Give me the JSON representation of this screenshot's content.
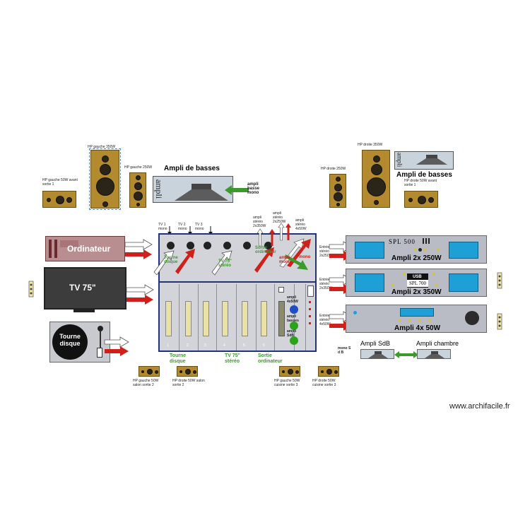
{
  "speakers": {
    "hifi_gauche_350": "HP gauche 350W",
    "hifi_gauche_250": "HP gauche 250W",
    "hifi_gauche_50_avant": "HP gauche 50W avant sortie 1",
    "hifi_droite_250": "HP droite 250W",
    "hifi_droite_350": "HP droite 350W",
    "hifi_droite_50_avant": "HP droite 50W avant sortie 1",
    "salon_gauche": "HP gauche 50W salon sortie 2",
    "salon_droite": "HP droite 50W salon sortie 2",
    "cuisine_gauche": "HP gauche 50W cuisine sortie 3",
    "cuisine_droite": "HP droite 50W cuisine sortie 3"
  },
  "subs": {
    "left_title": "Ampli de basses",
    "left_brand": "ampli",
    "left_note": "ampli basse mono",
    "right_title": "Ampli de basses",
    "right_brand": "ampli"
  },
  "sources": {
    "ordinateur": "Ordinateur",
    "tv": "TV 75\"",
    "tourne_disque": "Tourne disque"
  },
  "mixer": {
    "tv1": "TV 1 mono",
    "tv2": "TV 2 mono",
    "tv3": "TV 3 mono",
    "ampli_stereo_2x350": "ampli stéréo 2x350W",
    "ampli_stereo_2x250": "ampli stéréo 2x250W",
    "ampli_stereo_4x50": "ampli stéréo 4x50W",
    "tourne_disque_top": "Tourne disque",
    "tv_stereo_top": "TV 75\" stéréo",
    "sortie_ordinateur_top": "Sortie ordinateur",
    "mono_1": "mono",
    "mono_2": "ampli mono",
    "ampli_4x50w": "ampli 4x50W",
    "ampli_basses": "ampli basses",
    "ampli_sdb": "ampli SdB",
    "bottom_tourne": "Tourne disque",
    "bottom_tv": "TV 75\" stéréo",
    "bottom_sortie": "Sortie ordinateur",
    "strip_numbers": [
      "1",
      "2",
      "3",
      "4",
      "5",
      "6"
    ]
  },
  "amps": {
    "a1_input": "Entrée stéréo 2x250W",
    "a1_brand": "SPL 500",
    "a1_title": "Ampli 2x 250W",
    "a2_input": "Entrée stéréo 2x350W",
    "a2_usb": "USB",
    "a2_brand": "SPL 700",
    "a2_title": "Ampli 2x 350W",
    "a3_input": "Entrée stéréo 4x50W",
    "a3_title": "Ampli 4x 50W"
  },
  "small_amps": {
    "mono_sdb": "mono S d B",
    "sdb": "Ampli SdB",
    "chambre": "Ampli chambre"
  },
  "watermark": "www.archifacile.fr",
  "colors": {
    "speaker": "#b48a2e",
    "amp": "#b9bcc4",
    "screen": "#1e9fd6",
    "arrow_red": "#d0201a",
    "arrow_green": "#3a9a2a",
    "mixer_border": "#23337a"
  }
}
